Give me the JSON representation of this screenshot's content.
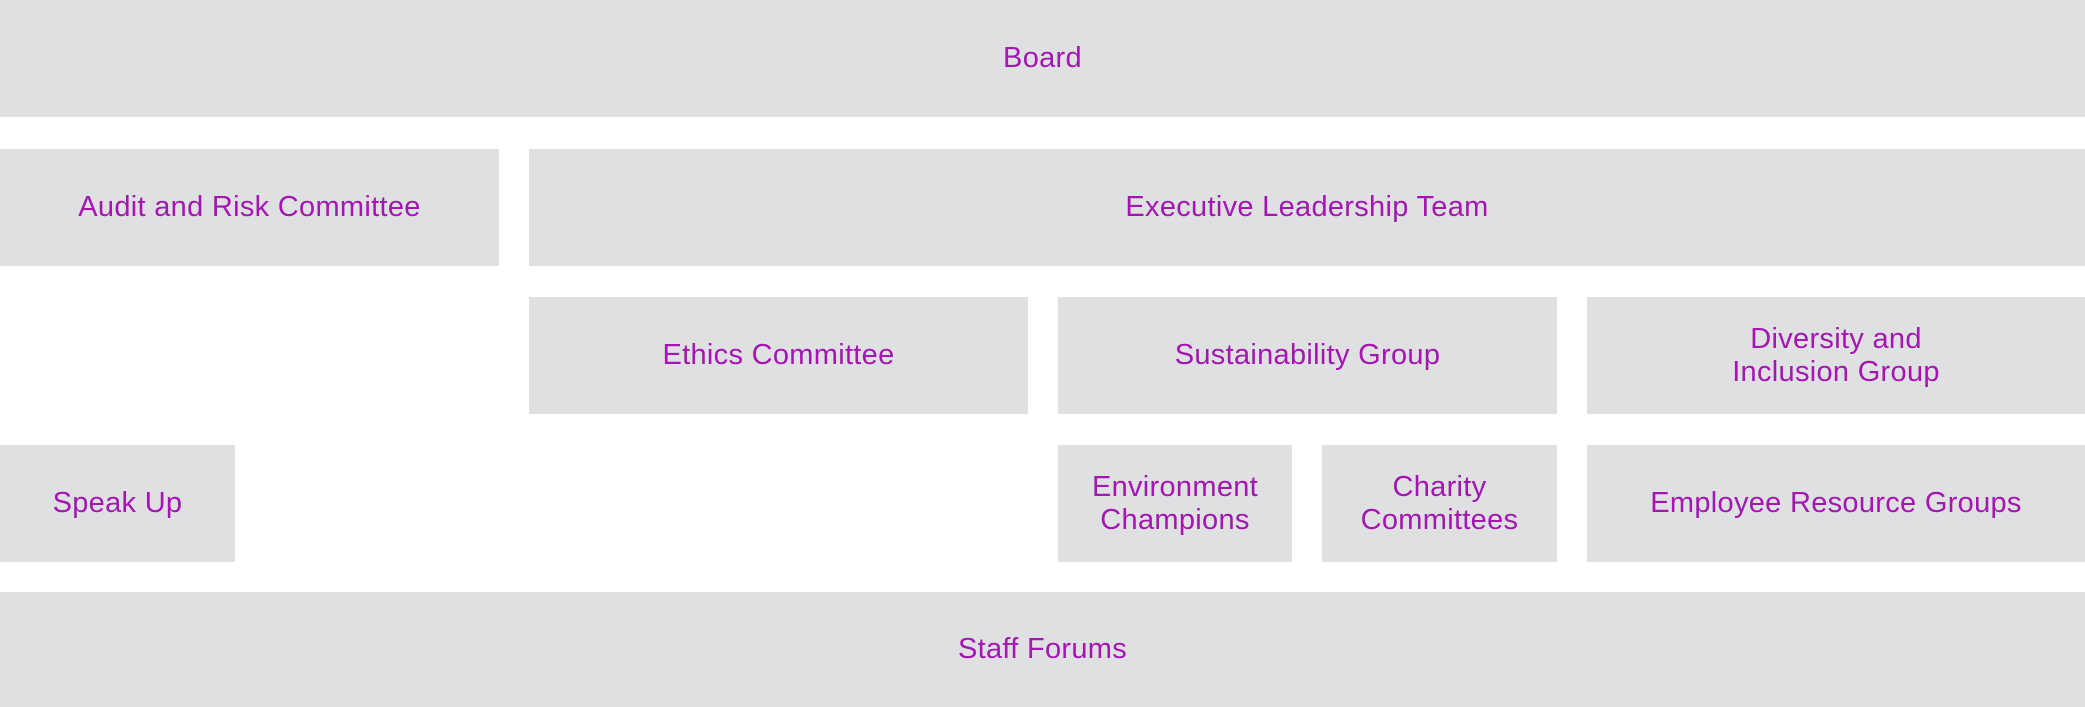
{
  "colors": {
    "box_fill": "#dfe0e2",
    "text": "#a415b2",
    "background": "#ffffff"
  },
  "nodes": {
    "board": "Board",
    "audit_risk_committee": "Audit and Risk Committee",
    "executive_leadership_team": "Executive Leadership Team",
    "ethics_committee": "Ethics Committee",
    "sustainability_group": "Sustainability Group",
    "diversity_inclusion_group": "Diversity and\nInclusion Group",
    "speak_up": "Speak Up",
    "environment_champions": "Environment\nChampions",
    "charity_committees": "Charity\nCommittees",
    "employee_resource_groups": "Employee Resource Groups",
    "staff_forums": "Staff Forums"
  }
}
